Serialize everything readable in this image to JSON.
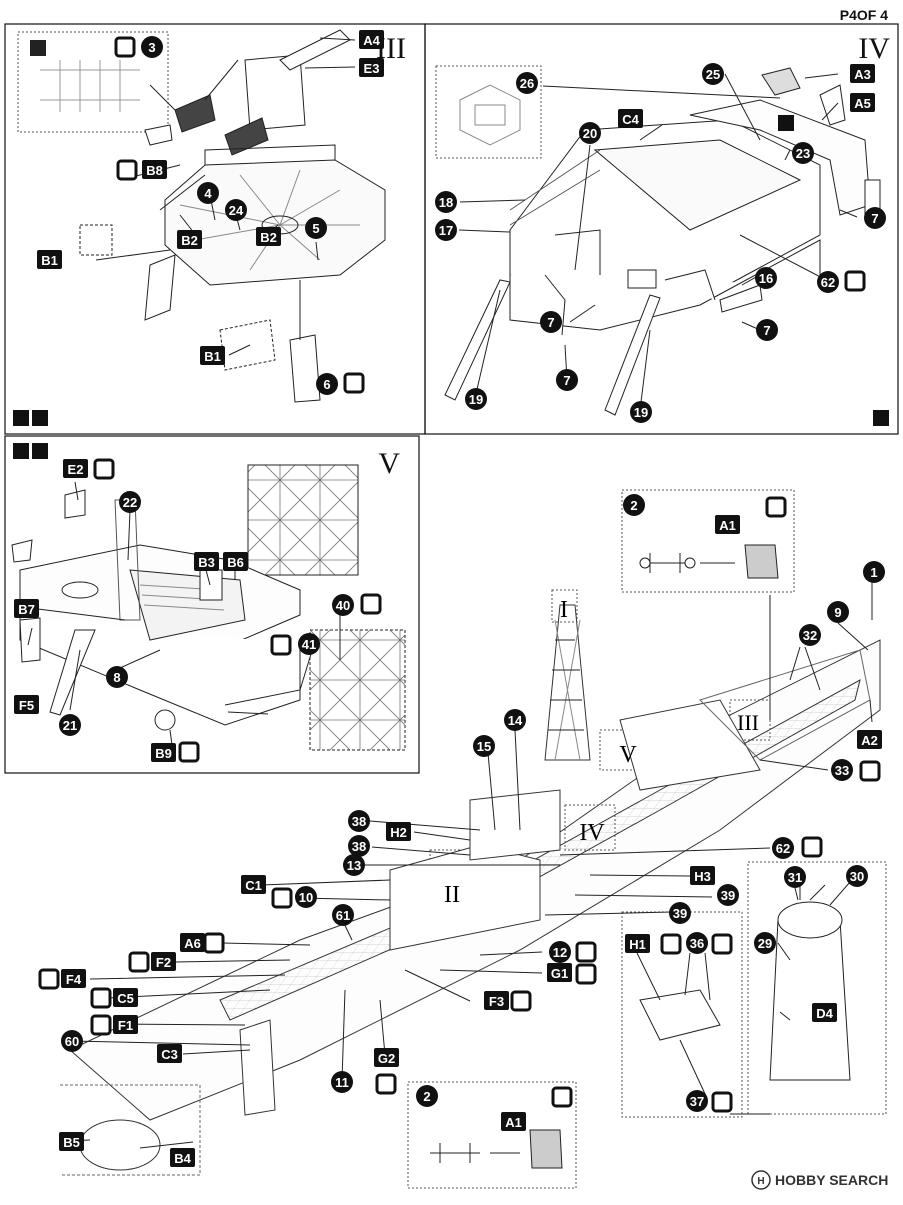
{
  "page": {
    "label": "P4OF 4"
  },
  "watermark": {
    "text": "HOBBY SEARCH"
  },
  "panels": {
    "p3": {
      "title": "III"
    },
    "p4": {
      "title": "IV"
    },
    "p5": {
      "title": "V"
    }
  },
  "ship_roman": [
    "I",
    "II",
    "III",
    "IV",
    "V"
  ],
  "balls": [
    {
      "id": "b3",
      "t": "3"
    },
    {
      "id": "b4",
      "t": "4"
    },
    {
      "id": "b24",
      "t": "24"
    },
    {
      "id": "b5",
      "t": "5"
    },
    {
      "id": "b6",
      "t": "6"
    },
    {
      "id": "b26",
      "t": "26"
    },
    {
      "id": "b25",
      "t": "25"
    },
    {
      "id": "b20",
      "t": "20"
    },
    {
      "id": "b23",
      "t": "23"
    },
    {
      "id": "b18",
      "t": "18"
    },
    {
      "id": "b17",
      "t": "17"
    },
    {
      "id": "b7a",
      "t": "7"
    },
    {
      "id": "b16",
      "t": "16"
    },
    {
      "id": "b62a",
      "t": "62"
    },
    {
      "id": "b7b",
      "t": "7"
    },
    {
      "id": "b7c",
      "t": "7"
    },
    {
      "id": "b7d",
      "t": "7"
    },
    {
      "id": "b19a",
      "t": "19"
    },
    {
      "id": "b19b",
      "t": "19"
    },
    {
      "id": "b22",
      "t": "22"
    },
    {
      "id": "b40",
      "t": "40"
    },
    {
      "id": "b41",
      "t": "41"
    },
    {
      "id": "b8",
      "t": "8"
    },
    {
      "id": "b21",
      "t": "21"
    },
    {
      "id": "b2a",
      "t": "2"
    },
    {
      "id": "b1",
      "t": "1"
    },
    {
      "id": "b9",
      "t": "9"
    },
    {
      "id": "b32",
      "t": "32"
    },
    {
      "id": "b33",
      "t": "33"
    },
    {
      "id": "b15",
      "t": "15"
    },
    {
      "id": "b14",
      "t": "14"
    },
    {
      "id": "b38a",
      "t": "38"
    },
    {
      "id": "b38b",
      "t": "38"
    },
    {
      "id": "b13",
      "t": "13"
    },
    {
      "id": "b10",
      "t": "10"
    },
    {
      "id": "b61",
      "t": "61"
    },
    {
      "id": "b60",
      "t": "60"
    },
    {
      "id": "b11",
      "t": "11"
    },
    {
      "id": "b62b",
      "t": "62"
    },
    {
      "id": "b39a",
      "t": "39"
    },
    {
      "id": "b39b",
      "t": "39"
    },
    {
      "id": "b12",
      "t": "12"
    },
    {
      "id": "b31",
      "t": "31"
    },
    {
      "id": "b30",
      "t": "30"
    },
    {
      "id": "b29",
      "t": "29"
    },
    {
      "id": "b36",
      "t": "36"
    },
    {
      "id": "b37",
      "t": "37"
    },
    {
      "id": "b2b",
      "t": "2"
    }
  ],
  "tags": [
    {
      "id": "tA4",
      "t": "A4"
    },
    {
      "id": "tE3",
      "t": "E3"
    },
    {
      "id": "tB8",
      "t": "B8"
    },
    {
      "id": "tB2a",
      "t": "B2"
    },
    {
      "id": "tB2b",
      "t": "B2"
    },
    {
      "id": "tB1a",
      "t": "B1"
    },
    {
      "id": "tB1b",
      "t": "B1"
    },
    {
      "id": "tA3",
      "t": "A3"
    },
    {
      "id": "tA5",
      "t": "A5"
    },
    {
      "id": "tC4",
      "t": "C4"
    },
    {
      "id": "tE2",
      "t": "E2"
    },
    {
      "id": "tB3",
      "t": "B3"
    },
    {
      "id": "tB6",
      "t": "B6"
    },
    {
      "id": "tB7",
      "t": "B7"
    },
    {
      "id": "tF5",
      "t": "F5"
    },
    {
      "id": "tB9",
      "t": "B9"
    },
    {
      "id": "tA1a",
      "t": "A1"
    },
    {
      "id": "tA2",
      "t": "A2"
    },
    {
      "id": "tH2",
      "t": "H2"
    },
    {
      "id": "tC1",
      "t": "C1"
    },
    {
      "id": "tA6",
      "t": "A6"
    },
    {
      "id": "tF2",
      "t": "F2"
    },
    {
      "id": "tF4",
      "t": "F4"
    },
    {
      "id": "tC5",
      "t": "C5"
    },
    {
      "id": "tF1",
      "t": "F1"
    },
    {
      "id": "tC3",
      "t": "C3"
    },
    {
      "id": "tG2",
      "t": "G2"
    },
    {
      "id": "tB5",
      "t": "B5"
    },
    {
      "id": "tB4",
      "t": "B4"
    },
    {
      "id": "tH3",
      "t": "H3"
    },
    {
      "id": "tG1",
      "t": "G1"
    },
    {
      "id": "tF3",
      "t": "F3"
    },
    {
      "id": "tH1",
      "t": "H1"
    },
    {
      "id": "tD4",
      "t": "D4"
    },
    {
      "id": "tA1b",
      "t": "A1"
    }
  ]
}
